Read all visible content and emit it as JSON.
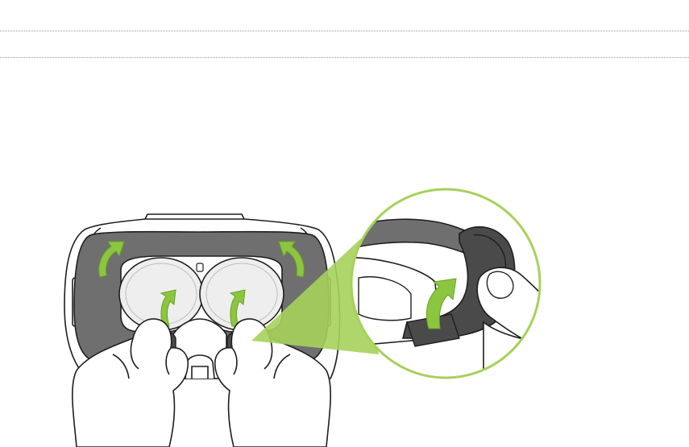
{
  "figure": {
    "subject": "vr-headset-face-cushion-removal",
    "icons": [
      "headset-shell",
      "face-cushion",
      "lens",
      "hand",
      "lift-arrow",
      "magnifier-inset"
    ],
    "colors": {
      "cushion": "#6f6f6f",
      "cushion_dark": "#4a4a4a",
      "arrow": "#8cc63f",
      "arrow_highlight": "#b5dc73",
      "inset_ring": "#a6d15a",
      "outline": "#1e1e1e",
      "lens": "#eeeeee"
    }
  }
}
